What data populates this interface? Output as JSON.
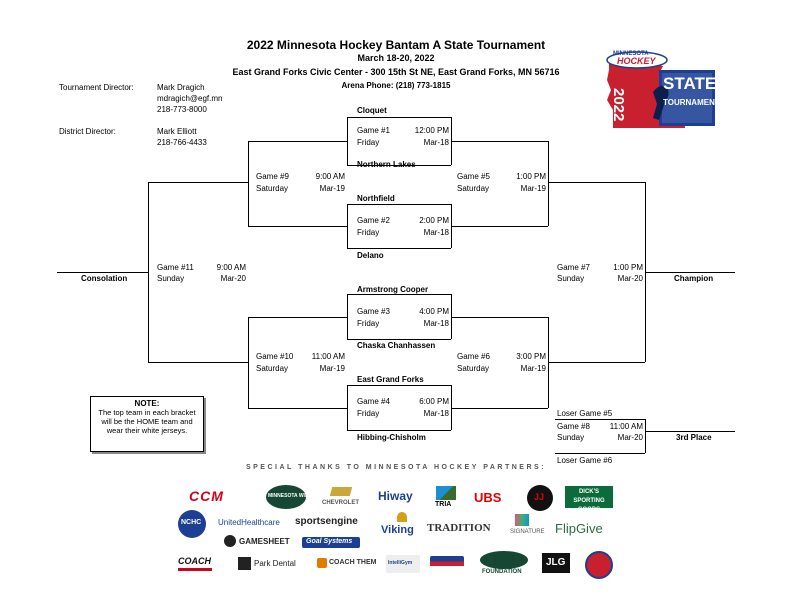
{
  "header": {
    "title": "2022 Minnesota Hockey Bantam A State Tournament",
    "dates": "March 18-20, 2022",
    "venue": "East Grand Forks Civic Center - 300 15th St NE, East Grand Forks, MN 56716",
    "arena_phone": "Arena Phone: (218) 773-1815"
  },
  "contacts": {
    "tournament_director_label": "Tournament Director:",
    "tournament_director_name": "Mark Dragich",
    "tournament_director_email": "mdragich@egf.mn",
    "tournament_director_phone": "218-773-8000",
    "district_director_label": "District Director:",
    "district_director_name": "Mark Elliott",
    "district_director_phone": "218-766-4433"
  },
  "logo": {
    "top_text": "MINNESOTA",
    "mid_text": "HOCKEY",
    "year": "2022",
    "state": "STATE",
    "tournament": "TOURNAMENT",
    "icon": "hockey-player-silhouette"
  },
  "teams": {
    "t1": "Cloquet",
    "t2": "Northern Lakes",
    "t3": "Northfield",
    "t4": "Delano",
    "t5": "Armstrong Cooper",
    "t6": "Chaska Chanhassen",
    "t7": "East Grand Forks",
    "t8": "Hibbing-Chisholm"
  },
  "games": {
    "g1": {
      "name": "Game #1",
      "time": "12:00 PM",
      "day": "Friday",
      "date": "Mar-18"
    },
    "g2": {
      "name": "Game #2",
      "time": "2:00 PM",
      "day": "Friday",
      "date": "Mar-18"
    },
    "g3": {
      "name": "Game #3",
      "time": "4:00 PM",
      "day": "Friday",
      "date": "Mar-18"
    },
    "g4": {
      "name": "Game #4",
      "time": "6:00 PM",
      "day": "Friday",
      "date": "Mar-18"
    },
    "g5": {
      "name": "Game #5",
      "time": "1:00 PM",
      "day": "Saturday",
      "date": "Mar-19"
    },
    "g6": {
      "name": "Game #6",
      "time": "3:00 PM",
      "day": "Saturday",
      "date": "Mar-19"
    },
    "g7": {
      "name": "Game #7",
      "time": "1:00 PM",
      "day": "Sunday",
      "date": "Mar-20"
    },
    "g8": {
      "name": "Game #8",
      "time": "11:00 AM",
      "day": "Sunday",
      "date": "Mar-20"
    },
    "g9": {
      "name": "Game #9",
      "time": "9:00 AM",
      "day": "Saturday",
      "date": "Mar-19"
    },
    "g10": {
      "name": "Game #10",
      "time": "11:00 AM",
      "day": "Saturday",
      "date": "Mar-19"
    },
    "g11": {
      "name": "Game #11",
      "time": "9:00 AM",
      "day": "Sunday",
      "date": "Mar-20"
    }
  },
  "labels": {
    "consolation": "Consolation",
    "champion": "Champion",
    "third_place": "3rd Place",
    "loser_g5": "Loser Game #5",
    "loser_g6": "Loser Game #6"
  },
  "note": {
    "title": "NOTE:",
    "line1": "The top team in each bracket",
    "line2": "will be the HOME team and",
    "line3": "wear their white jerseys."
  },
  "sponsors": {
    "heading": "SPECIAL THANKS TO MINNESOTA HOCKEY PARTNERS:",
    "row1": [
      "CCM",
      "MINNESOTA WILD",
      "CHEVROLET",
      "Hiway",
      "TRIA",
      "UBS",
      "JJ",
      "DICK'S SPORTING GOODS"
    ],
    "row2": [
      "NCHC",
      "UnitedHealthcare",
      "sportsengine",
      "Viking",
      "TRADITION",
      "SIGNATURE",
      "FlipGive"
    ],
    "row3": [
      "GAMESHEET",
      "Goal Systems"
    ],
    "row4": [
      "COACH",
      "Park Dental",
      "COACH THEM",
      "IntelliGym",
      "FOUNDATION",
      "JLG"
    ]
  },
  "colors": {
    "logo_red": "#c8202f",
    "logo_blue": "#1c3f94",
    "ccm_red": "#d0021b",
    "wild_green": "#154734",
    "ubs_red": "#e60000",
    "dicks_green": "#0b6b3a",
    "flipgive_green": "#2f6b45"
  }
}
